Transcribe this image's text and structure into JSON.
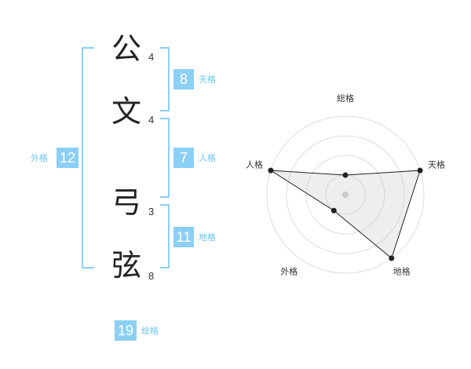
{
  "name": {
    "chars": [
      "公",
      "文",
      "弓",
      "弦"
    ],
    "strokes": [
      "4",
      "4",
      "3",
      "8"
    ]
  },
  "kakusu": {
    "tenkaku": {
      "value": "8",
      "label": "天格"
    },
    "jinkaku": {
      "value": "7",
      "label": "人格"
    },
    "chikaku": {
      "value": "11",
      "label": "地格"
    },
    "gaikaku": {
      "value": "12",
      "label": "外格"
    },
    "soukaku": {
      "value": "19",
      "label": "総格"
    }
  },
  "colors": {
    "accent": "#8ccff5",
    "label": "#6ec3ee"
  },
  "chart_data": {
    "type": "radar",
    "axes": [
      "総格",
      "天格",
      "地格",
      "外格",
      "人格"
    ],
    "values": [
      1,
      4,
      4,
      1,
      4
    ],
    "range": [
      0,
      4
    ],
    "rings": 4,
    "grid": true
  }
}
